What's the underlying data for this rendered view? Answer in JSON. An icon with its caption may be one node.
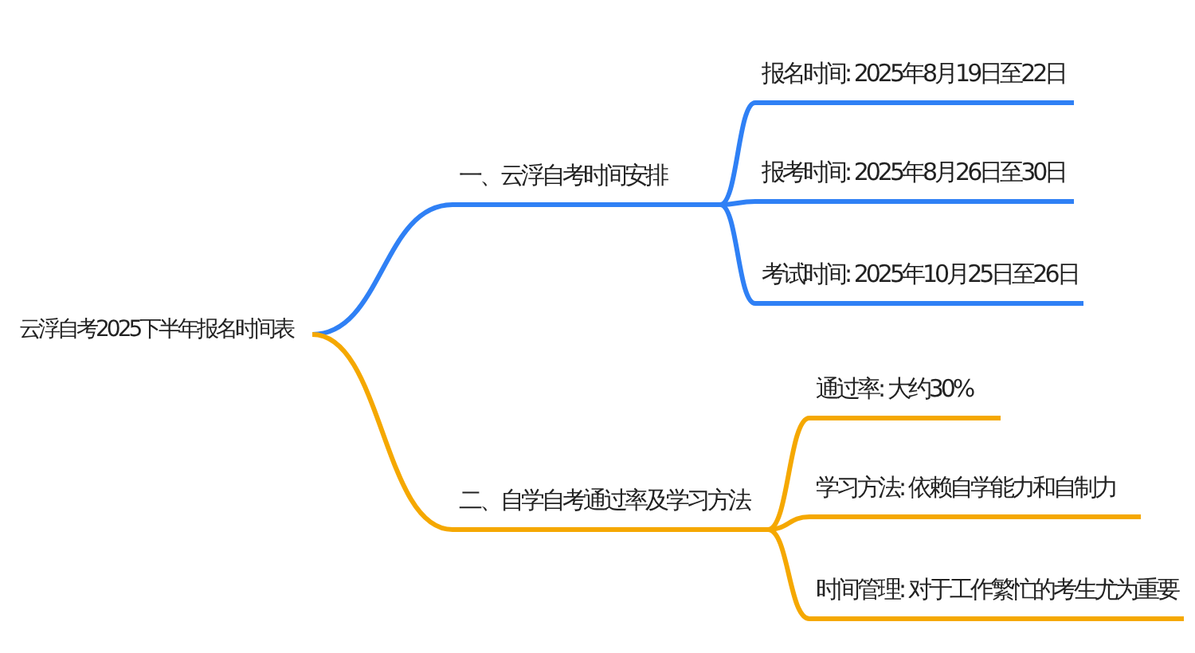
{
  "diagram": {
    "nodes": [
      {
        "text": [
          "云浮自考2025下半年报名时间表"
        ]
      },
      {
        "text": [
          "一、云浮自考时间安排"
        ]
      },
      {
        "text": [
          "报名时间: 2025年8月19日至22日"
        ]
      },
      {
        "text": [
          "报考时间: 2025年8月26日至30日"
        ]
      },
      {
        "text": [
          "考试时间: 2025年10月25日至26日"
        ]
      },
      {
        "text": [
          "二、自学自考通过率及学习方法"
        ]
      },
      {
        "text": [
          "通过率: 大约30%"
        ]
      },
      {
        "text": [
          "学习方法: 依赖自学能力和自制力"
        ]
      },
      {
        "text": [
          "时间管理: 对于工作繁忙的考生尤为重要"
        ]
      }
    ],
    "edges": [
      {
        "from": 0,
        "to": 1,
        "arrow": "none",
        "color": "#2f80f5"
      },
      {
        "from": 1,
        "to": 2,
        "arrow": "none",
        "color": "#2f80f5"
      },
      {
        "from": 1,
        "to": 3,
        "arrow": "none",
        "color": "#2f80f5"
      },
      {
        "from": 1,
        "to": 4,
        "arrow": "none",
        "color": "#2f80f5"
      },
      {
        "from": 0,
        "to": 5,
        "arrow": "none",
        "color": "#f5a800"
      },
      {
        "from": 5,
        "to": 6,
        "arrow": "none",
        "color": "#f5a800"
      },
      {
        "from": 5,
        "to": 7,
        "arrow": "none",
        "color": "#f5a800"
      },
      {
        "from": 5,
        "to": 8,
        "arrow": "none",
        "color": "#f5a800"
      }
    ]
  }
}
